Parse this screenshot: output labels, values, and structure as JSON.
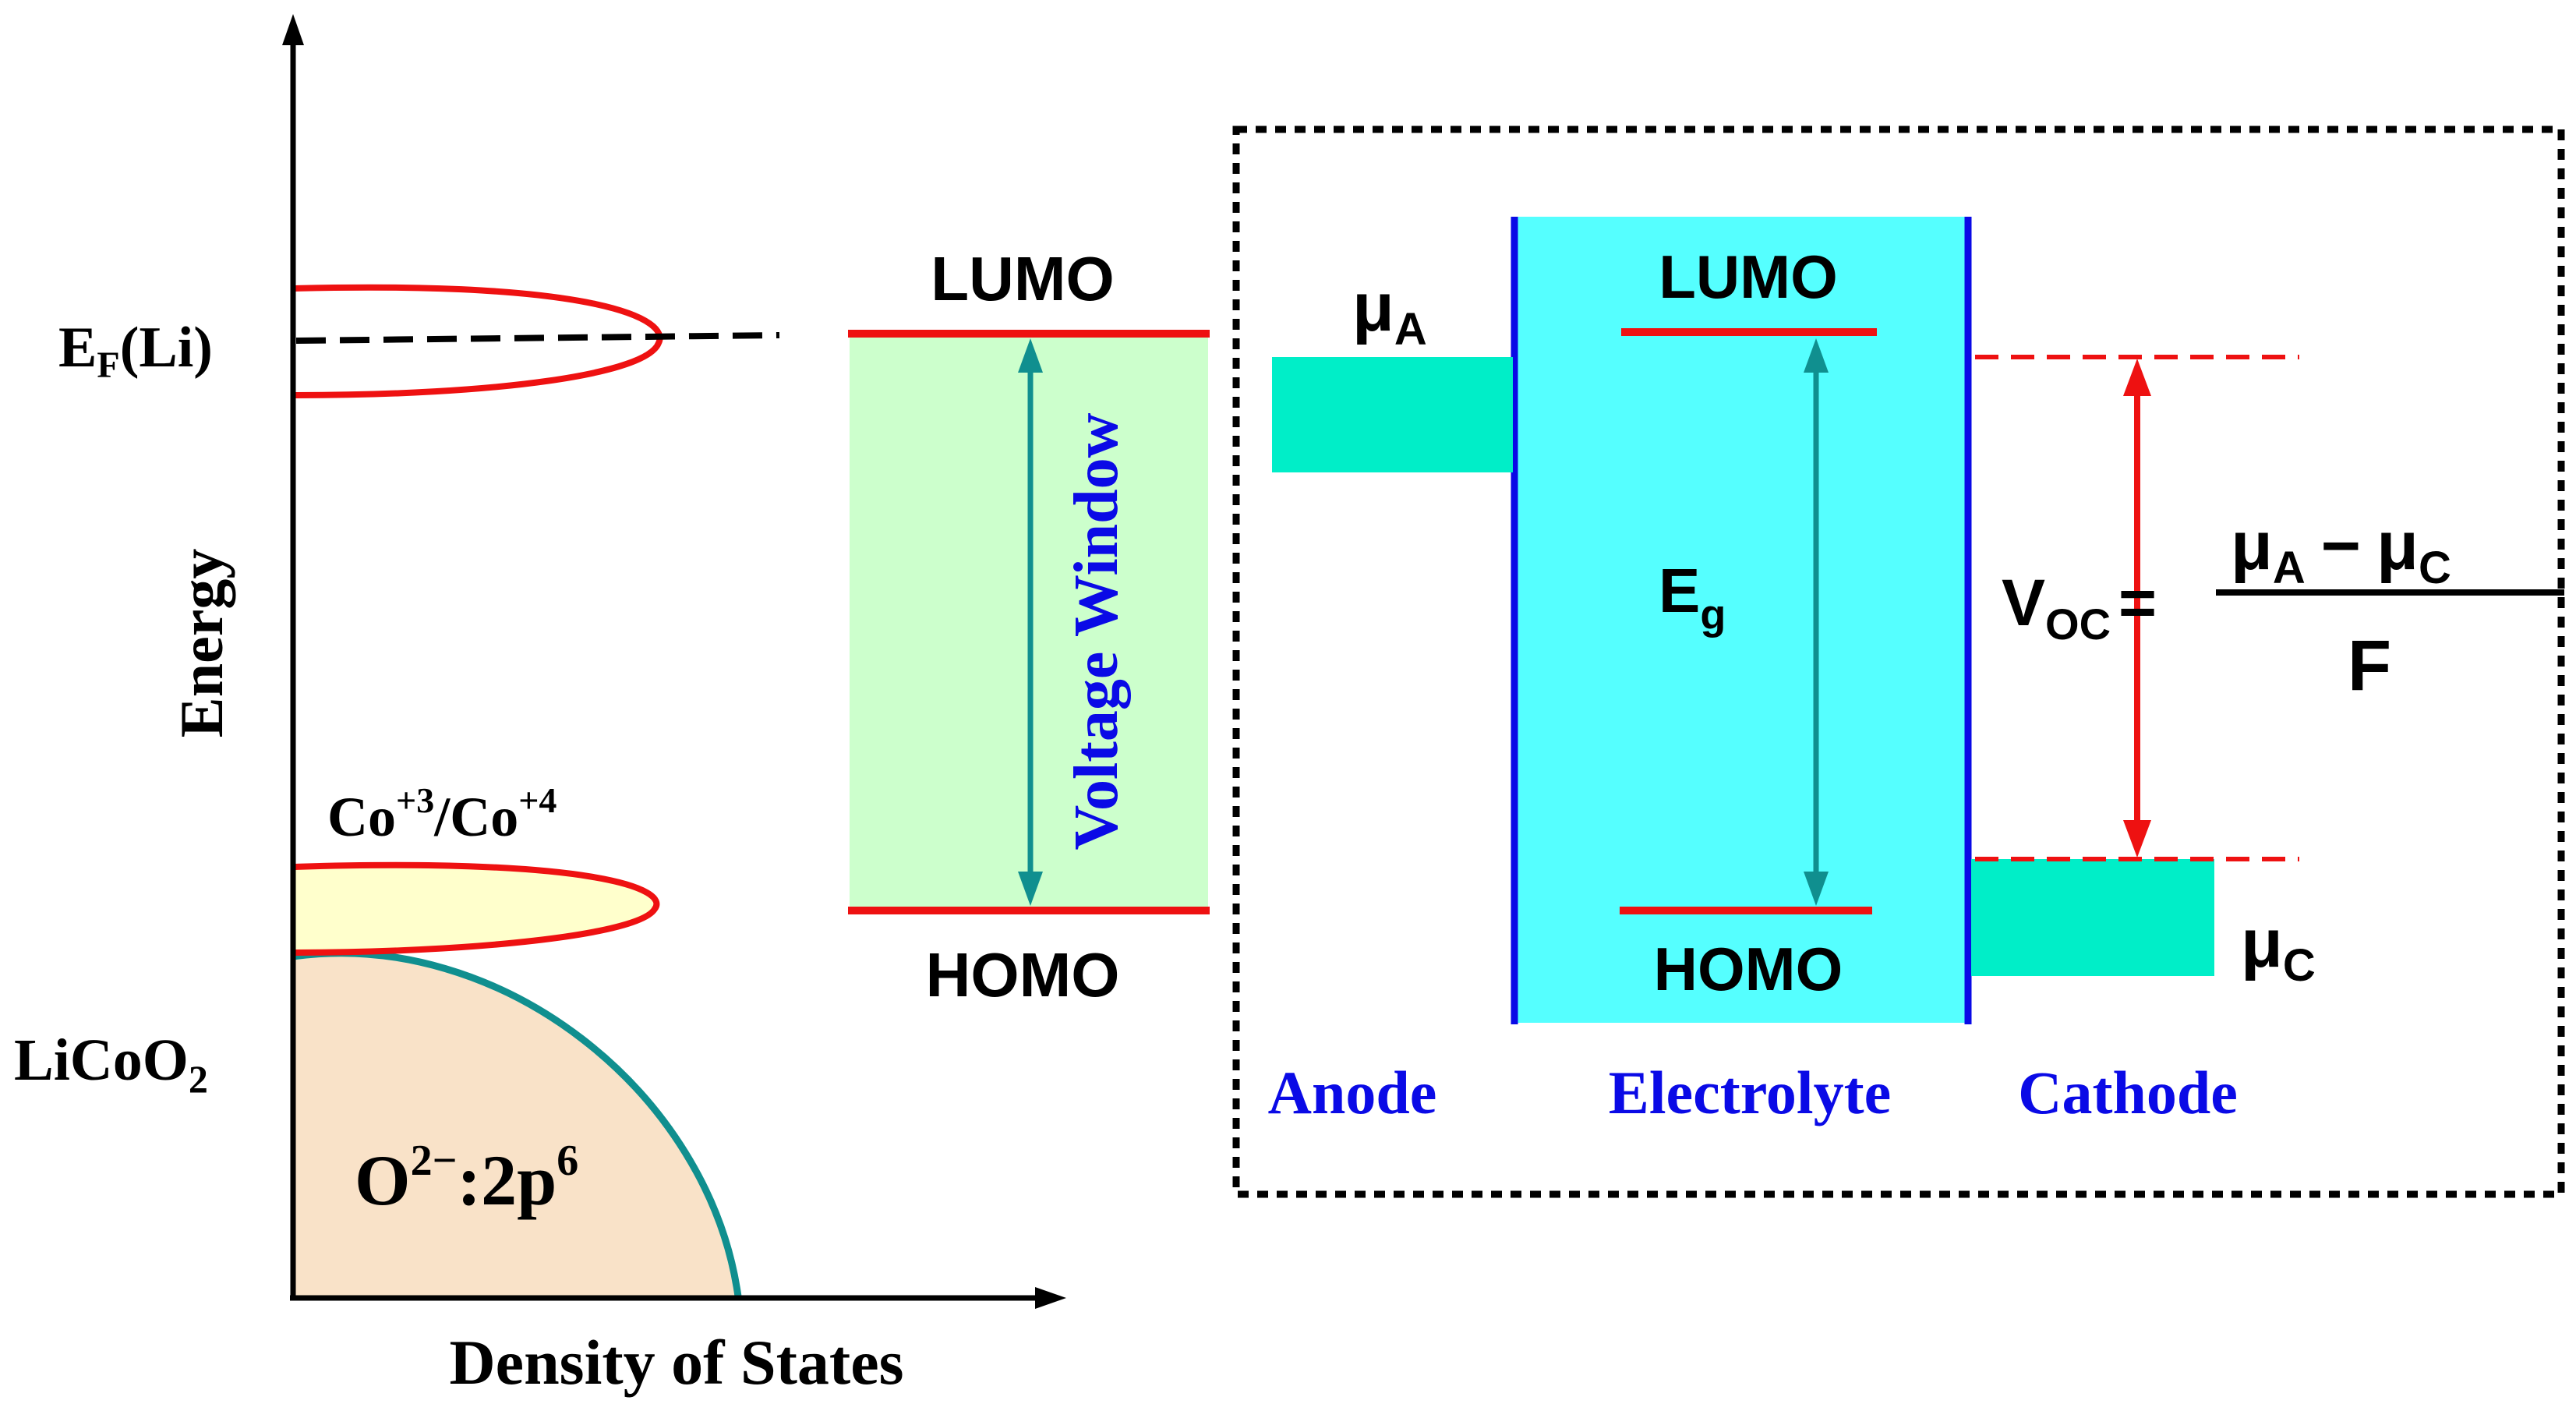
{
  "left_panel": {
    "ef_label": {
      "main": "E",
      "sub": "F",
      "tail": "(Li)"
    },
    "energy_axis_label": "Energy",
    "dos_axis_label": "Density of States",
    "cobalt_label": {
      "a": "Co",
      "a_sup": "+3",
      "mid": "/Co",
      "b_sup": "+4"
    },
    "licoo2_label": {
      "main": "LiCoO",
      "sub": "2"
    },
    "oxygen_label": {
      "main": "O",
      "sup": "2−",
      "tail": ":2p",
      "tail_sup": "6"
    }
  },
  "middle_panel": {
    "lumo": "LUMO",
    "homo": "HOMO",
    "voltage_window": "Voltage Window"
  },
  "right_panel": {
    "mu_a": {
      "main": "μ",
      "sub": "A"
    },
    "mu_c": {
      "main": "μ",
      "sub": "C"
    },
    "lumo": "LUMO",
    "homo": "HOMO",
    "eg": {
      "main": "E",
      "sub": "g"
    },
    "voc": {
      "main": "V",
      "sub": "OC",
      "eq": "="
    },
    "fraction": {
      "num_a": "μ",
      "num_a_sub": "A",
      "minus": "−",
      "num_c": "μ",
      "num_c_sub": "C",
      "den": "F"
    },
    "anode": "Anode",
    "electrolyte": "Electrolyte",
    "cathode": "Cathode"
  },
  "colors": {
    "red": "#ee1111",
    "teal": "#108f8f",
    "blue": "#0a0ae6",
    "cyan_fill": "#55ffff",
    "mu_fill": "#00eec8",
    "green_fill": "#ccffcc",
    "peach_fill": "#f9e2c8",
    "yellow_fill": "#ffffcc"
  }
}
